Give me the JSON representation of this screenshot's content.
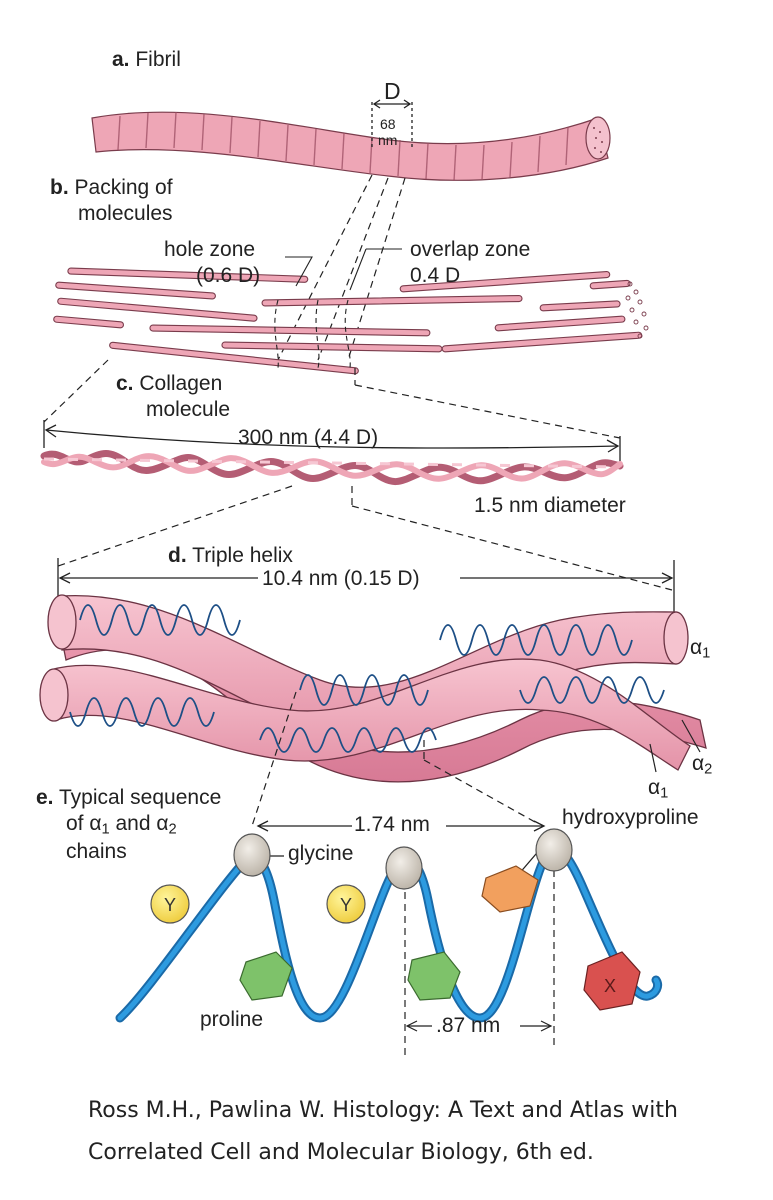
{
  "panels": {
    "a": {
      "letter": "a.",
      "title": "Fibril",
      "d_label": "D",
      "period_value": "68",
      "period_unit": "nm"
    },
    "b": {
      "letter": "b.",
      "title_line1": "Packing of",
      "title_line2": "molecules",
      "hole_zone": "hole zone",
      "hole_zone_value": "(0.6 D)",
      "overlap_zone": "overlap zone",
      "overlap_zone_value": "0.4 D"
    },
    "c": {
      "letter": "c.",
      "title_line1": "Collagen",
      "title_line2": "molecule",
      "length": "300 nm (4.4 D)",
      "diameter": "1.5 nm diameter"
    },
    "d": {
      "letter": "d.",
      "title": "Triple helix",
      "length": "10.4 nm (0.15 D)",
      "alpha1_top": "α",
      "alpha1_top_sub": "1",
      "alpha2": "α",
      "alpha2_sub": "2",
      "alpha1_bottom": "α",
      "alpha1_bottom_sub": "1"
    },
    "e": {
      "letter": "e.",
      "title_line1": "Typical sequence",
      "line2_pre": "of α",
      "line2_sub1": "1",
      "line2_mid": " and α",
      "line2_sub2": "2",
      "title_line3": "chains",
      "spacing": "1.74 nm",
      "glycine": "glycine",
      "hydroxyproline": "hydroxyproline",
      "proline": "proline",
      "rise": ".87 nm",
      "y_residue": "Y",
      "x_residue": "X"
    }
  },
  "caption": {
    "line1": "Ross M.H., Pawlina W. Histology: A Text and Atlas with",
    "line2": "Correlated Cell and Molecular Biology, 6th ed."
  },
  "colors": {
    "fibril_pink": "#eea6b6",
    "helix_pink": "#f2a9bc",
    "helix_dark": "#e08ba2",
    "chain_blue": "#1e8fd6",
    "glycine_gray": "#cfc9bf",
    "y_yellow": "#f6dd55",
    "proline_green": "#7ec26a",
    "hydroxyproline_orange": "#f2a05e",
    "x_red": "#d9514f"
  }
}
